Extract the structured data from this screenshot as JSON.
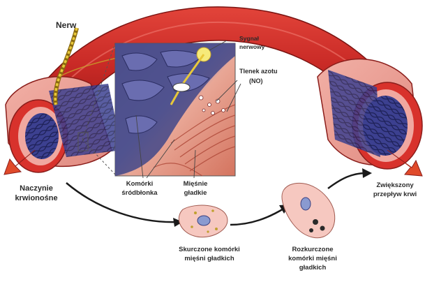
{
  "labels": {
    "nerve": "Nerw",
    "signal_line1": "Sygnał",
    "signal_line2": "nerwowy",
    "no_line1": "Tlenek azotu",
    "no_line2": "(NO)",
    "vessel_line1": "Naczynie",
    "vessel_line2": "krwionośne",
    "endo_line1": "Komórki",
    "endo_line2": "śródbłonka",
    "smooth_line1": "Mięśnie",
    "smooth_line2": "gładkie",
    "flow_line1": "Zwiększony",
    "flow_line2": "przepływ krwi",
    "contracted_line1": "Skurczone komórki",
    "contracted_line2": "mięśni gładkich",
    "relaxed_line1": "Rozkurczone",
    "relaxed_line2": "komórki mięśni",
    "relaxed_line3": "gładkich"
  },
  "colors": {
    "vessel_red": "#d8322c",
    "vessel_dark_red": "#a81c1a",
    "vessel_pink": "#f0a8a0",
    "lumen_blue": "#3b3f8c",
    "lumen_dark": "#23265e",
    "nerve_yellow": "#e8c83a",
    "cell_pink": "#f6c8c0",
    "flow_arrow": "#e04a2a"
  },
  "icons": [
    "nerve-icon",
    "blood-vessel-icon",
    "smooth-muscle-cell-icon",
    "flow-arrow-icon"
  ]
}
